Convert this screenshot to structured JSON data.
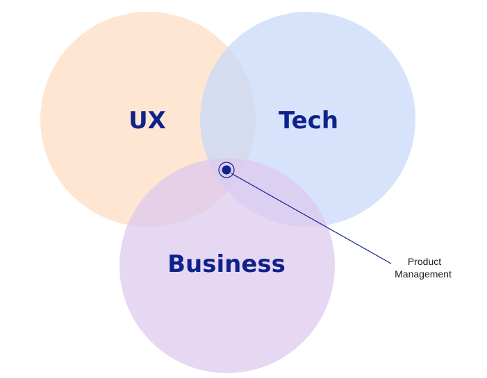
{
  "diagram": {
    "sets": [
      {
        "id": "ux",
        "label": "UX",
        "color": "#FDDCC2"
      },
      {
        "id": "tech",
        "label": "Tech",
        "color": "#C6D8FA"
      },
      {
        "id": "business",
        "label": "Business",
        "color": "#DCC8EE"
      }
    ],
    "intersection": {
      "label_line1": "Product",
      "label_line2": "Management",
      "marker_icon": "target-dot-icon"
    },
    "colors": {
      "label_text": "#0E228C",
      "callout_text": "#1A1A1A",
      "leader_line": "#0E228C",
      "marker": "#0E228C"
    }
  }
}
